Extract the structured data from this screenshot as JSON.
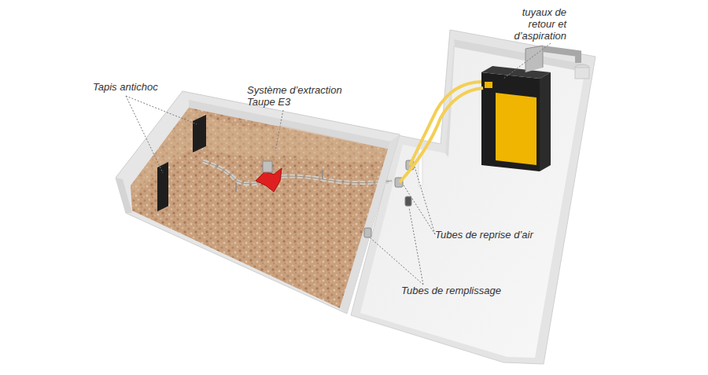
{
  "diagram": {
    "labels": [
      "Tapis antichoc",
      "Système d’extraction Taupe E3",
      "tuyaux de retour et d’aspiration",
      "Tubes de reprise d’air",
      "Tubes de remplissage"
    ]
  }
}
